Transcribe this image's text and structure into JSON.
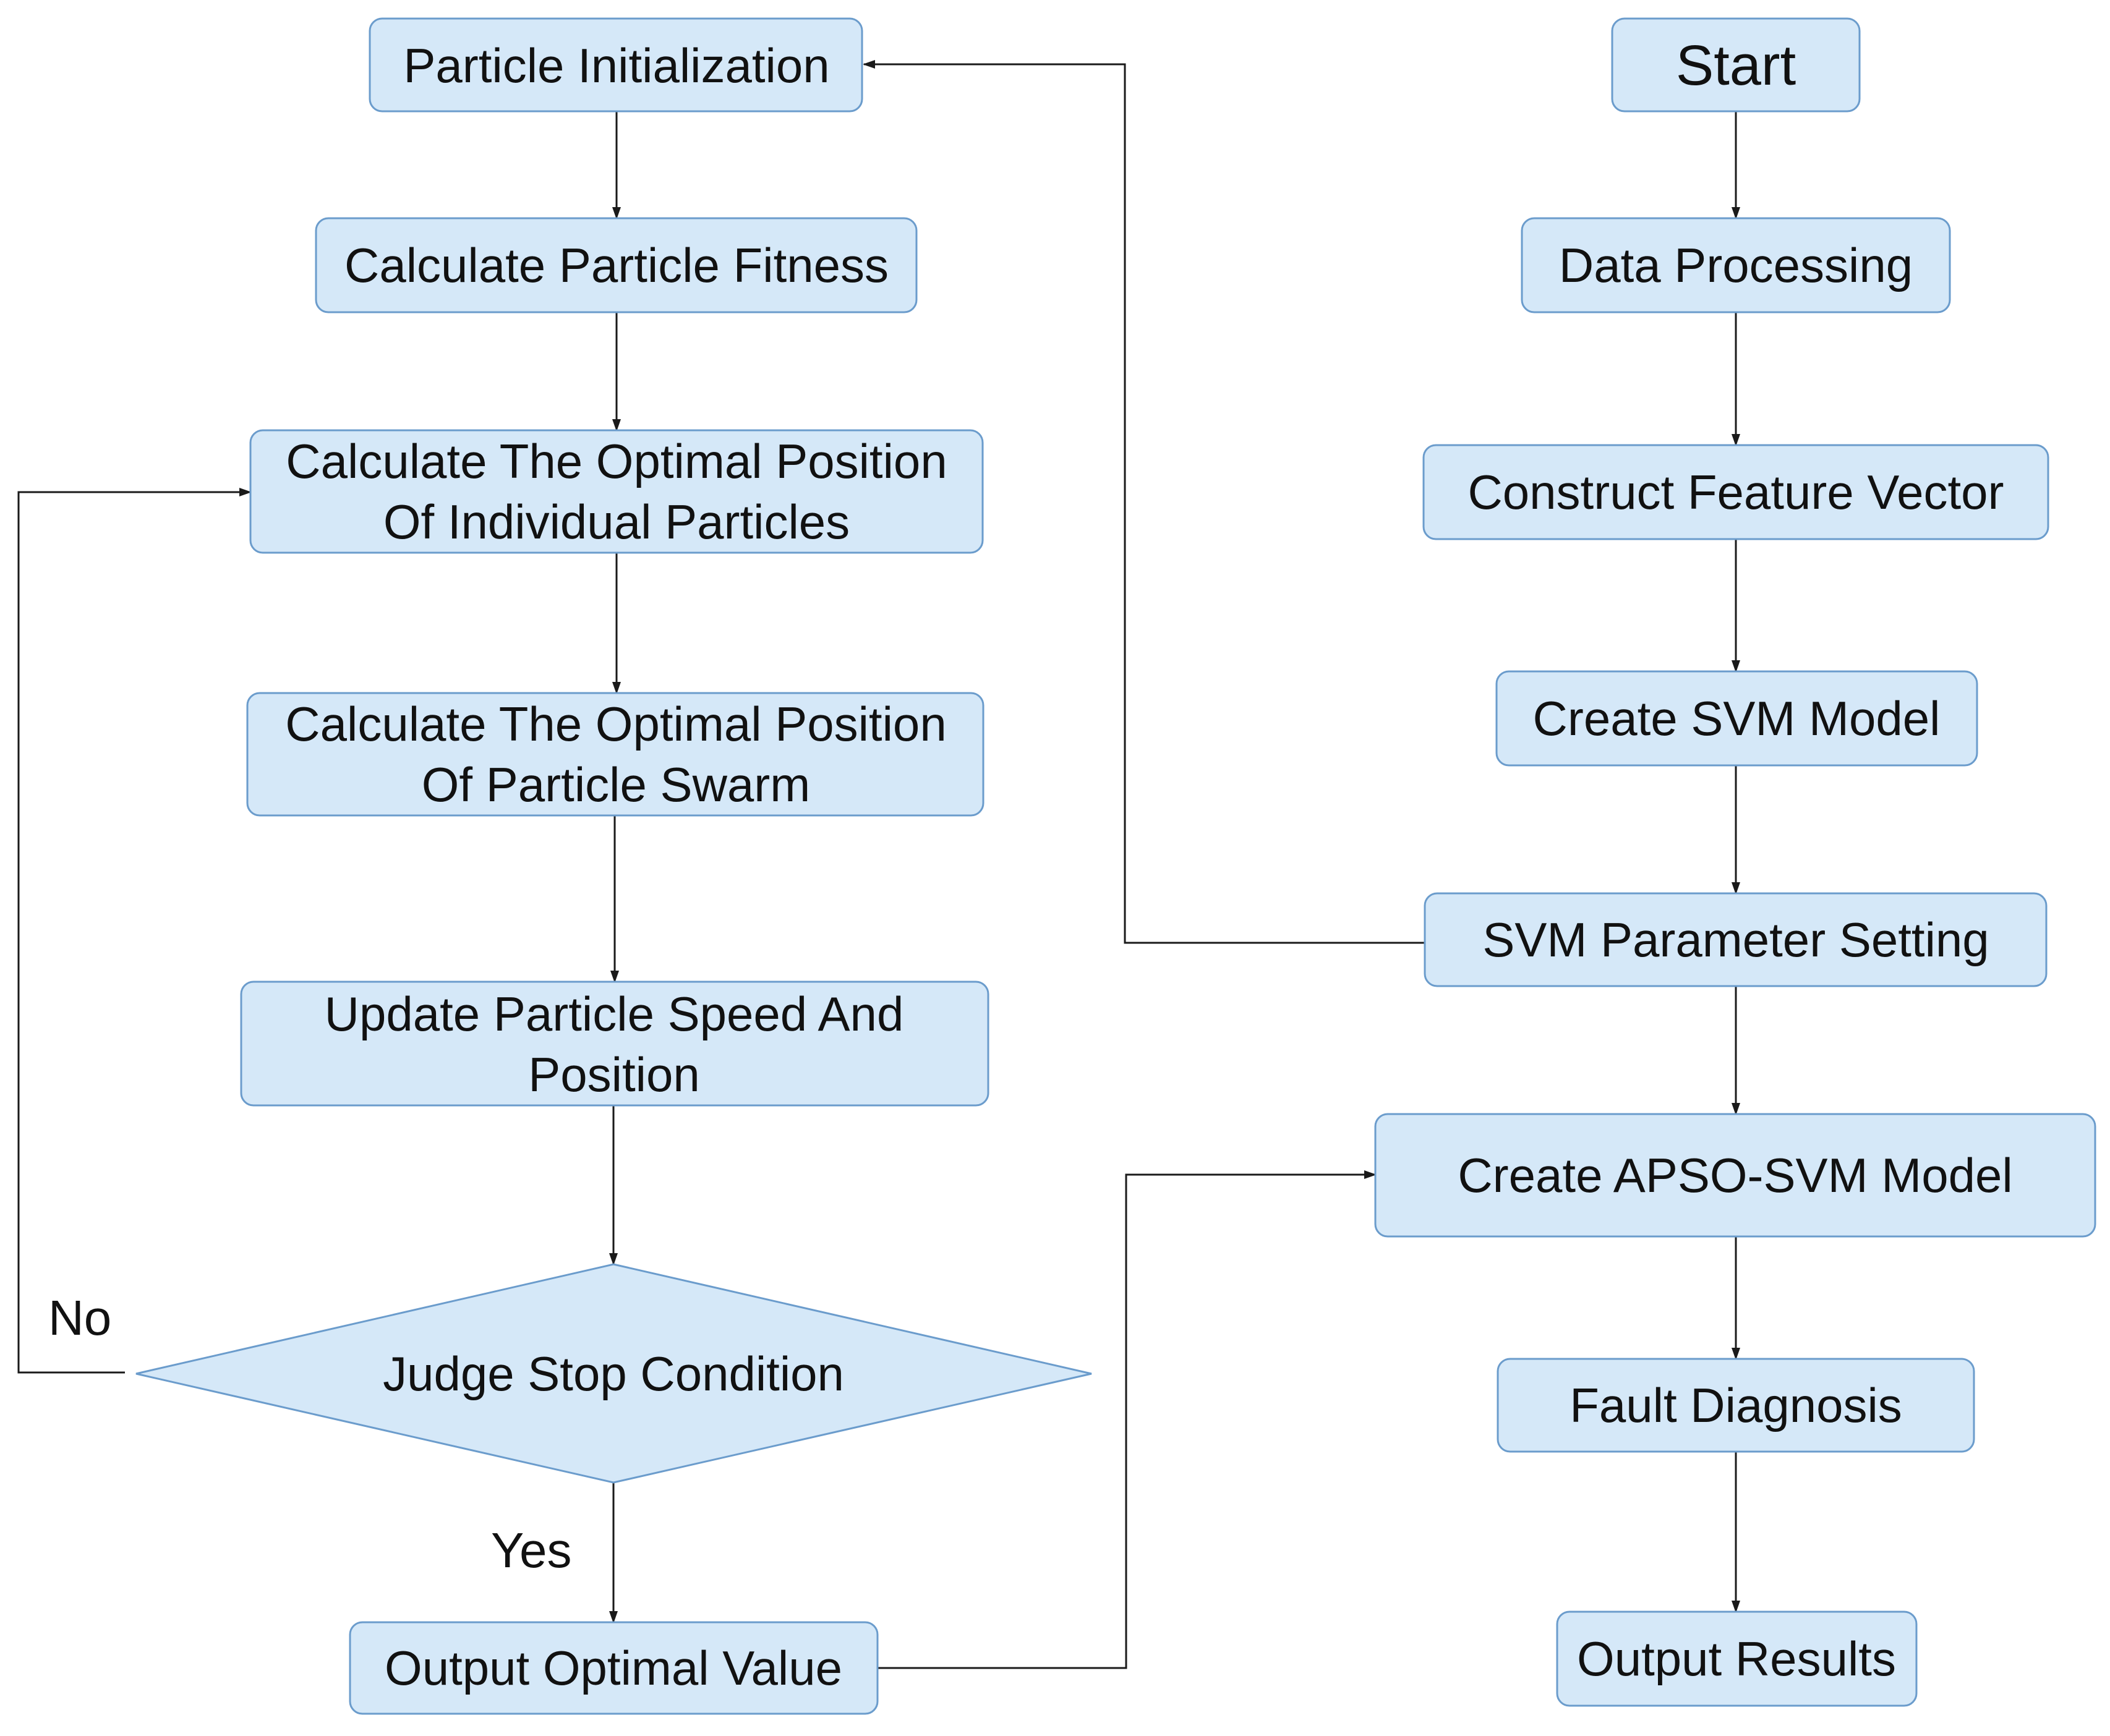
{
  "colors": {
    "node_fill": "#d5e8f8",
    "node_border": "#6b9ccc",
    "arrow": "#1a1a1a",
    "text": "#111111"
  },
  "nodes": {
    "start": {
      "lines": [
        "Start"
      ]
    },
    "data_processing": {
      "lines": [
        "Data Processing"
      ]
    },
    "construct_feature_vector": {
      "lines": [
        "Construct Feature Vector"
      ]
    },
    "create_svm_model": {
      "lines": [
        "Create SVM Model"
      ]
    },
    "svm_parameter_setting": {
      "lines": [
        "SVM Parameter Setting"
      ]
    },
    "create_apso_svm_model": {
      "lines": [
        "Create APSO-SVM Model"
      ]
    },
    "fault_diagnosis": {
      "lines": [
        "Fault Diagnosis"
      ]
    },
    "output_results": {
      "lines": [
        "Output Results"
      ]
    },
    "particle_initialization": {
      "lines": [
        "Particle Initialization"
      ]
    },
    "calculate_particle_fitness": {
      "lines": [
        "Calculate Particle Fitness"
      ]
    },
    "optimal_position_individual": {
      "lines": [
        "Calculate The Optimal Position",
        "Of Individual Particles"
      ]
    },
    "optimal_position_swarm": {
      "lines": [
        "Calculate The Optimal Position",
        "Of Particle Swarm"
      ]
    },
    "update_speed_position": {
      "lines": [
        "Update Particle Speed And",
        "Position"
      ]
    },
    "judge_stop_condition": {
      "lines": [
        "Judge Stop Condition"
      ],
      "shape": "diamond"
    },
    "output_optimal_value": {
      "lines": [
        "Output Optimal Value"
      ]
    }
  },
  "edges": [
    {
      "from": "start",
      "to": "data_processing"
    },
    {
      "from": "data_processing",
      "to": "construct_feature_vector"
    },
    {
      "from": "construct_feature_vector",
      "to": "create_svm_model"
    },
    {
      "from": "create_svm_model",
      "to": "svm_parameter_setting"
    },
    {
      "from": "svm_parameter_setting",
      "to": "create_apso_svm_model"
    },
    {
      "from": "create_apso_svm_model",
      "to": "fault_diagnosis"
    },
    {
      "from": "fault_diagnosis",
      "to": "output_results"
    },
    {
      "from": "svm_parameter_setting",
      "to": "particle_initialization"
    },
    {
      "from": "particle_initialization",
      "to": "calculate_particle_fitness"
    },
    {
      "from": "calculate_particle_fitness",
      "to": "optimal_position_individual"
    },
    {
      "from": "optimal_position_individual",
      "to": "optimal_position_swarm"
    },
    {
      "from": "optimal_position_swarm",
      "to": "update_speed_position"
    },
    {
      "from": "update_speed_position",
      "to": "judge_stop_condition"
    },
    {
      "from": "judge_stop_condition",
      "to": "optimal_position_individual",
      "label": "No"
    },
    {
      "from": "judge_stop_condition",
      "to": "output_optimal_value",
      "label": "Yes"
    },
    {
      "from": "output_optimal_value",
      "to": "create_apso_svm_model"
    }
  ]
}
